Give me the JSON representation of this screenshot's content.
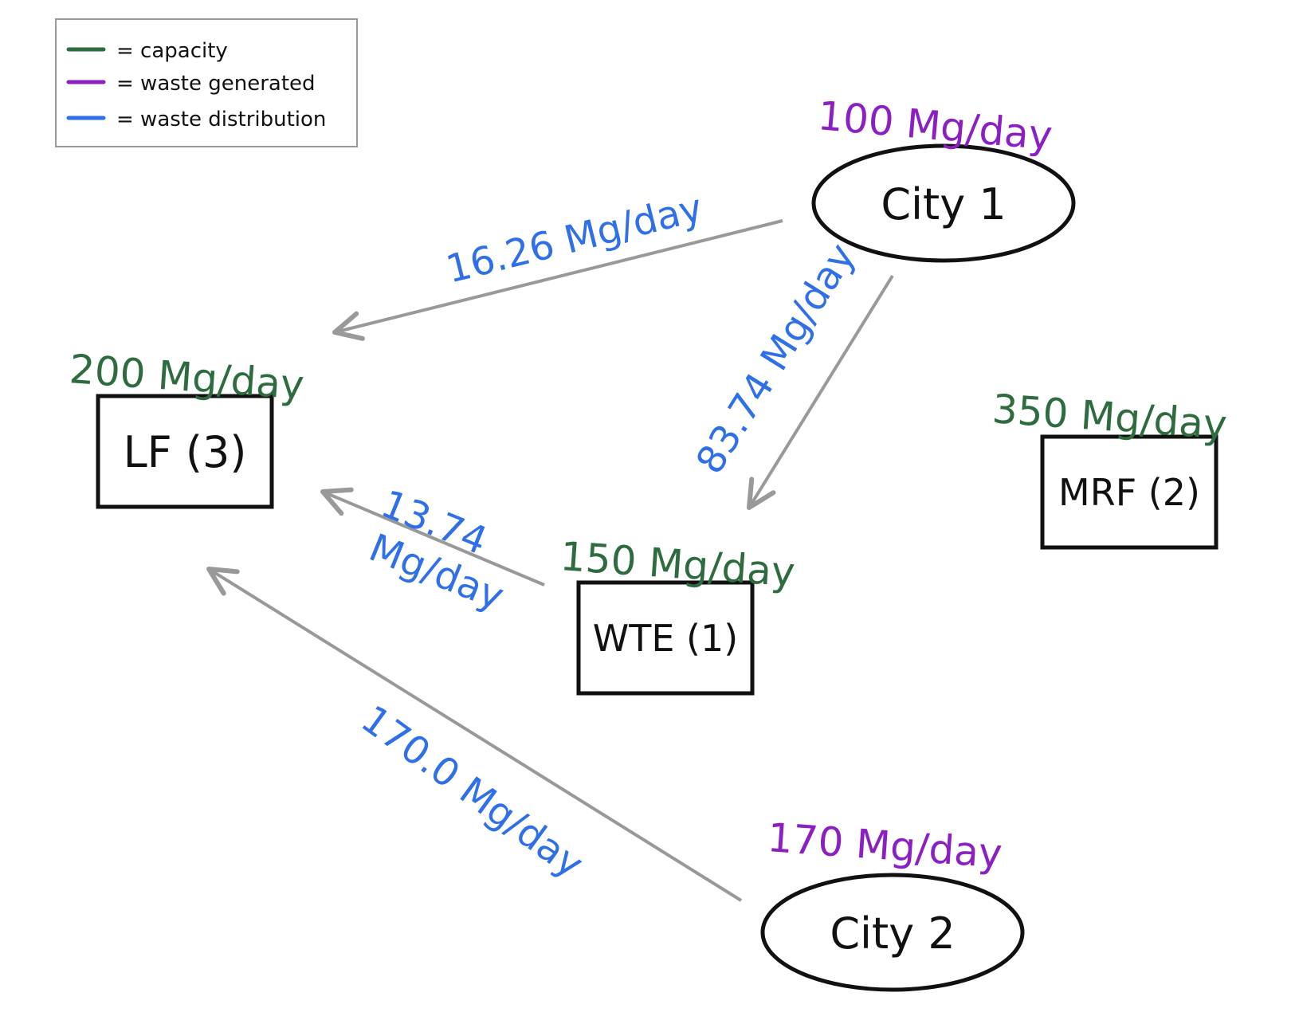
{
  "colors": {
    "capacity": "#2e6b3f",
    "waste_generated": "#8a1fc2",
    "waste_distribution": "#2f6fe8",
    "arrow": "#999999",
    "outline": "#111111"
  },
  "legend": {
    "capacity": "= capacity",
    "waste_generated": "= waste generated",
    "waste_distribution": "= waste distribution"
  },
  "nodes": {
    "city1": {
      "label": "City 1",
      "generated": "100 Mg/day"
    },
    "city2": {
      "label": "City 2",
      "generated": "170 Mg/day"
    },
    "lf": {
      "label": "LF (3)",
      "capacity": "200 Mg/day"
    },
    "wte": {
      "label": "WTE (1)",
      "capacity": "150 Mg/day"
    },
    "mrf": {
      "label": "MRF (2)",
      "capacity": "350 Mg/day"
    }
  },
  "flows": {
    "city1_to_lf": "16.26 Mg/day",
    "city1_to_wte": "83.74 Mg/day",
    "wte_to_lf_line1": "13.74",
    "wte_to_lf_line2": "Mg/day",
    "city2_to_lf": "170.0 Mg/day"
  }
}
